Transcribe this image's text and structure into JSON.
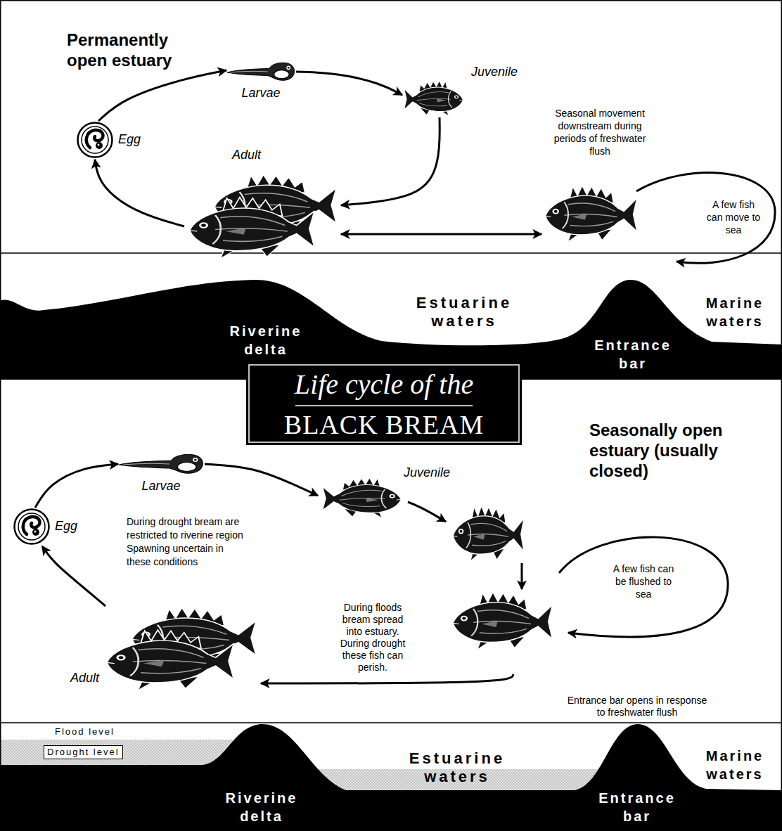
{
  "diagram": {
    "nodes": [
      {
        "text": [
          "Egg"
        ]
      },
      {
        "text": [
          "Larvae"
        ]
      },
      {
        "text": [
          "Juvenile"
        ]
      },
      {
        "text": [
          "Adult"
        ]
      },
      {
        "text": [
          "Seasonal movement downstream during periods of freshwater flush"
        ]
      },
      {
        "text": [
          "Life cycle of the",
          "BLACK BREAM"
        ]
      },
      {
        "text": [
          "Egg"
        ]
      },
      {
        "text": [
          "Larvae"
        ]
      },
      {
        "text": [
          "Juvenile"
        ]
      },
      {
        "text": [
          "During floods bream spread into estuary. During drought these fish can perish."
        ]
      },
      {
        "text": [
          "Adult"
        ]
      }
    ],
    "edges": [
      {
        "from": 0,
        "to": 1,
        "arrow": "to"
      },
      {
        "from": 1,
        "to": 2,
        "arrow": "to"
      },
      {
        "from": 2,
        "to": 3,
        "arrow": "to"
      },
      {
        "from": 3,
        "to": 0,
        "arrow": "to"
      },
      {
        "from": 3,
        "to": 4,
        "arrow": "both"
      },
      {
        "from": 6,
        "to": 7,
        "arrow": "to"
      },
      {
        "from": 7,
        "to": 8,
        "arrow": "to"
      },
      {
        "from": 8,
        "to": 9,
        "arrow": "to"
      },
      {
        "from": 9,
        "to": 10,
        "arrow": "to"
      },
      {
        "from": 10,
        "to": 6,
        "arrow": "to"
      }
    ],
    "labels": [
      "Permanently open estuary",
      "A few fish can move to sea",
      "Riverine delta",
      "Estuarine waters",
      "Entrance bar",
      "Marine waters",
      "Seasonally open estuary (usually closed)",
      "During drought bream are restricted to riverine region Spawning uncertain in these conditions",
      "A few fish can be flushed to sea",
      "Entrance bar opens in response to freshwater flush",
      "Flood level",
      "Drought level",
      "Riverine delta",
      "Estuarine waters",
      "Entrance bar",
      "Marine waters"
    ]
  }
}
